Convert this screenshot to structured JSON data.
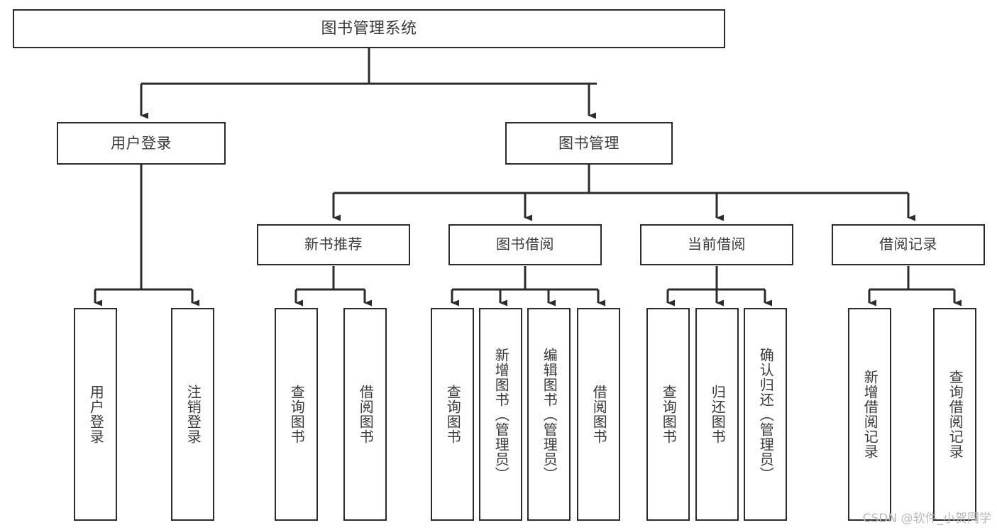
{
  "diagram": {
    "type": "tree-hierarchy-chart",
    "title": "图书管理系统",
    "line_color": "#2b2b2b",
    "text_color": "#3a3a3a",
    "background": "#ffffff",
    "watermark": "CSDN @软件_小贺同学",
    "nodes": {
      "root": {
        "label": "图书管理系统"
      },
      "user_login": {
        "label": "用户登录"
      },
      "book_manage": {
        "label": "图书管理"
      },
      "new_book_rec": {
        "label": "新书推荐"
      },
      "book_borrow": {
        "label": "图书借阅"
      },
      "current_borrow": {
        "label": "当前借阅"
      },
      "borrow_record": {
        "label": "借阅记录"
      },
      "leaf_user_login": {
        "label": "用户登录"
      },
      "leaf_logout_login": {
        "label": "注销登录"
      },
      "leaf_query_book_1": {
        "label": "查询图书"
      },
      "leaf_borrow_book_1": {
        "label": "借阅图书"
      },
      "leaf_query_book_2": {
        "label": "查询图书"
      },
      "leaf_add_book_admin": {
        "label": "新增图书（管理员）"
      },
      "leaf_edit_book_admin": {
        "label": "编辑图书（管理员）"
      },
      "leaf_borrow_book_2": {
        "label": "借阅图书"
      },
      "leaf_query_book_3": {
        "label": "查询图书"
      },
      "leaf_return_book": {
        "label": "归还图书"
      },
      "leaf_confirm_return_admin": {
        "label": "确认归还（管理员）"
      },
      "leaf_add_borrow_record": {
        "label": "新增借阅记录"
      },
      "leaf_query_borrow_record": {
        "label": "查询借阅记录"
      }
    },
    "edges": [
      {
        "from": "root",
        "to": "user_login"
      },
      {
        "from": "root",
        "to": "book_manage"
      },
      {
        "from": "book_manage",
        "to": "new_book_rec"
      },
      {
        "from": "book_manage",
        "to": "book_borrow"
      },
      {
        "from": "book_manage",
        "to": "current_borrow"
      },
      {
        "from": "book_manage",
        "to": "borrow_record"
      },
      {
        "from": "user_login",
        "to": "leaf_user_login"
      },
      {
        "from": "user_login",
        "to": "leaf_logout_login"
      },
      {
        "from": "new_book_rec",
        "to": "leaf_query_book_1"
      },
      {
        "from": "new_book_rec",
        "to": "leaf_borrow_book_1"
      },
      {
        "from": "book_borrow",
        "to": "leaf_query_book_2"
      },
      {
        "from": "book_borrow",
        "to": "leaf_add_book_admin"
      },
      {
        "from": "book_borrow",
        "to": "leaf_edit_book_admin"
      },
      {
        "from": "book_borrow",
        "to": "leaf_borrow_book_2"
      },
      {
        "from": "current_borrow",
        "to": "leaf_query_book_3"
      },
      {
        "from": "current_borrow",
        "to": "leaf_return_book"
      },
      {
        "from": "current_borrow",
        "to": "leaf_confirm_return_admin"
      },
      {
        "from": "borrow_record",
        "to": "leaf_add_borrow_record"
      },
      {
        "from": "borrow_record",
        "to": "leaf_query_borrow_record"
      }
    ]
  }
}
